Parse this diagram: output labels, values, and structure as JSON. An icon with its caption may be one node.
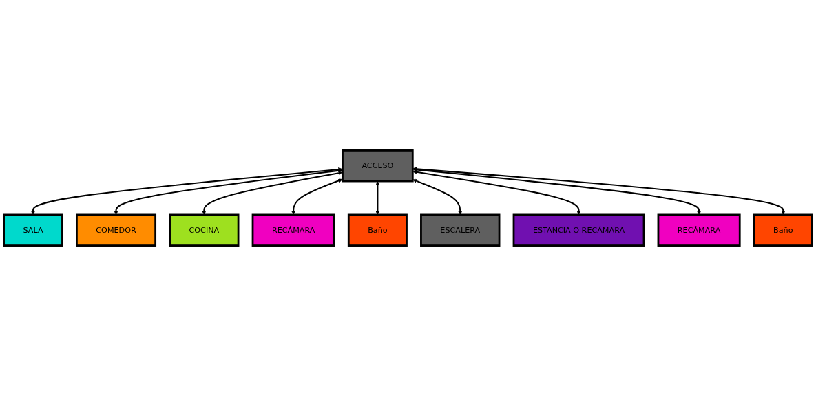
{
  "diagram": {
    "nodes": [
      {
        "text": [
          "ACCESO"
        ]
      },
      {
        "text": [
          "SALA"
        ]
      },
      {
        "text": [
          "COMEDOR"
        ]
      },
      {
        "text": [
          "COCINA"
        ]
      },
      {
        "text": [
          "RECÁMARA"
        ]
      },
      {
        "text": [
          "Baño"
        ]
      },
      {
        "text": [
          "ESCALERA"
        ]
      },
      {
        "text": [
          "ESTANCIA O RECÁMARA"
        ]
      },
      {
        "text": [
          "RECÁMARA"
        ]
      },
      {
        "text": [
          "Baño"
        ]
      }
    ],
    "edges": [
      {
        "from": 0,
        "to": 1,
        "arrow": "both"
      },
      {
        "from": 0,
        "to": 2,
        "arrow": "both"
      },
      {
        "from": 0,
        "to": 3,
        "arrow": "both"
      },
      {
        "from": 0,
        "to": 4,
        "arrow": "both"
      },
      {
        "from": 0,
        "to": 5,
        "arrow": "both"
      },
      {
        "from": 0,
        "to": 6,
        "arrow": "both"
      },
      {
        "from": 0,
        "to": 7,
        "arrow": "both"
      },
      {
        "from": 0,
        "to": 8,
        "arrow": "both"
      },
      {
        "from": 0,
        "to": 9,
        "arrow": "both"
      }
    ]
  }
}
